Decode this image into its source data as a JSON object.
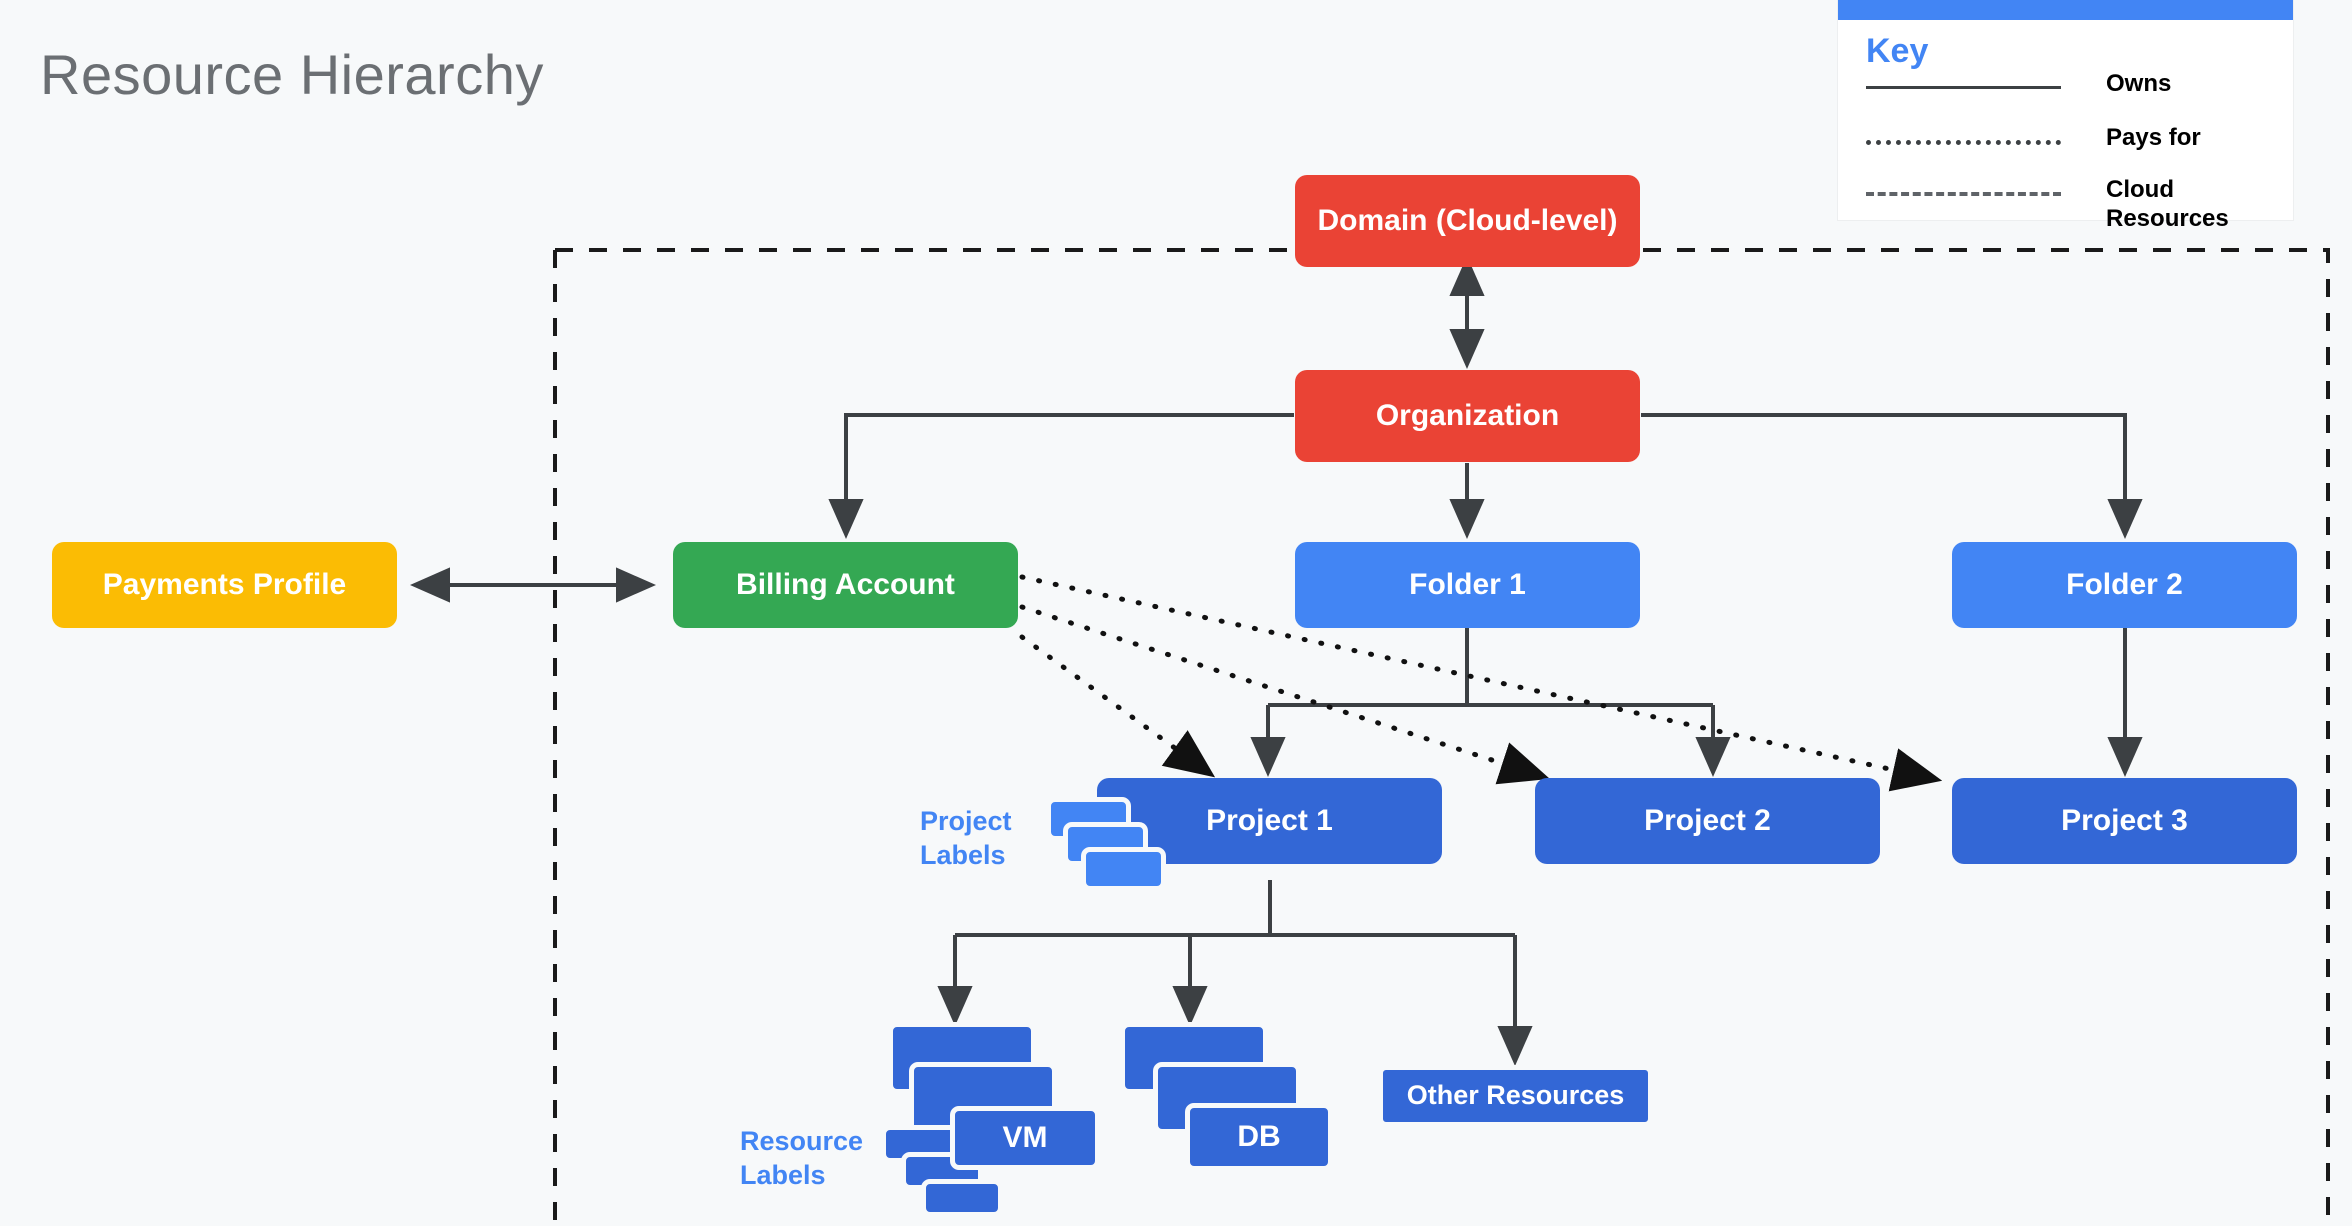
{
  "page": {
    "title": "Resource Hierarchy",
    "background": "#f7f9fa"
  },
  "colors": {
    "red": "#ea4335",
    "green": "#34a853",
    "yellow": "#fbbc04",
    "blue": "#4285f4",
    "dark_blue": "#3367d6",
    "line": "#3c4043",
    "title_text": "#6b6f73",
    "label_text": "#4285f4"
  },
  "nodes": {
    "domain": "Domain (Cloud-level)",
    "organization": "Organization",
    "payments_profile": "Payments Profile",
    "billing_account": "Billing Account",
    "folder1": "Folder 1",
    "folder2": "Folder 2",
    "project1": "Project 1",
    "project2": "Project 2",
    "project3": "Project 3",
    "vm": "VM",
    "db": "DB",
    "other_resources": "Other Resources"
  },
  "annotations": {
    "project_labels": "Project\nLabels",
    "project_labels_line1": "Project",
    "project_labels_line2": "Labels",
    "resource_labels_line1": "Resource",
    "resource_labels_line2": "Labels"
  },
  "key": {
    "title": "Key",
    "entries": [
      {
        "style": "solid",
        "label": "Owns"
      },
      {
        "style": "dotted",
        "label": "Pays for"
      },
      {
        "style": "dashed",
        "label": "Cloud Resources"
      }
    ]
  },
  "chart_data": {
    "type": "diagram",
    "title": "Resource Hierarchy",
    "node_list": [
      {
        "id": "domain",
        "label": "Domain (Cloud-level)",
        "color": "#ea4335"
      },
      {
        "id": "organization",
        "label": "Organization",
        "color": "#ea4335"
      },
      {
        "id": "payments_profile",
        "label": "Payments Profile",
        "color": "#fbbc04"
      },
      {
        "id": "billing_account",
        "label": "Billing Account",
        "color": "#34a853"
      },
      {
        "id": "folder1",
        "label": "Folder 1",
        "color": "#4285f4"
      },
      {
        "id": "folder2",
        "label": "Folder 2",
        "color": "#4285f4"
      },
      {
        "id": "project1",
        "label": "Project 1",
        "color": "#3367d6"
      },
      {
        "id": "project2",
        "label": "Project 2",
        "color": "#3367d6"
      },
      {
        "id": "project3",
        "label": "Project 3",
        "color": "#3367d6"
      },
      {
        "id": "vm",
        "label": "VM",
        "color": "#3367d6"
      },
      {
        "id": "db",
        "label": "DB",
        "color": "#3367d6"
      },
      {
        "id": "other_resources",
        "label": "Other Resources",
        "color": "#3367d6"
      }
    ],
    "edges": [
      {
        "from": "domain",
        "to": "organization",
        "type": "owns",
        "bidirectional": true
      },
      {
        "from": "payments_profile",
        "to": "billing_account",
        "type": "owns",
        "bidirectional": true
      },
      {
        "from": "organization",
        "to": "billing_account",
        "type": "owns"
      },
      {
        "from": "organization",
        "to": "folder1",
        "type": "owns"
      },
      {
        "from": "organization",
        "to": "folder2",
        "type": "owns"
      },
      {
        "from": "folder1",
        "to": "project1",
        "type": "owns"
      },
      {
        "from": "folder1",
        "to": "project2",
        "type": "owns"
      },
      {
        "from": "folder2",
        "to": "project3",
        "type": "owns"
      },
      {
        "from": "billing_account",
        "to": "project1",
        "type": "pays_for"
      },
      {
        "from": "billing_account",
        "to": "project2",
        "type": "pays_for"
      },
      {
        "from": "billing_account",
        "to": "project3",
        "type": "pays_for"
      },
      {
        "from": "project1",
        "to": "vm",
        "type": "owns"
      },
      {
        "from": "project1",
        "to": "db",
        "type": "owns"
      },
      {
        "from": "project1",
        "to": "other_resources",
        "type": "owns"
      }
    ],
    "groups": [
      {
        "id": "cloud_resources",
        "style": "dashed",
        "label": "Cloud Resources"
      }
    ]
  }
}
